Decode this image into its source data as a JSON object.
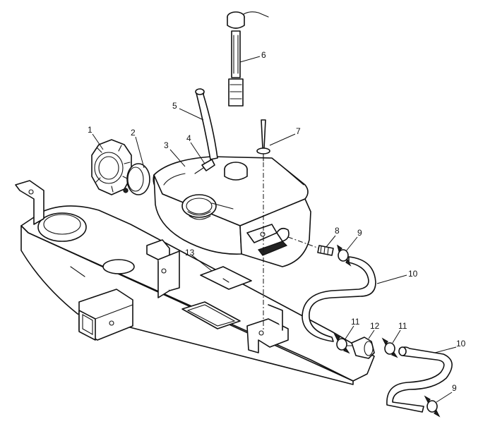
{
  "callouts": {
    "c1": "1",
    "c2": "2",
    "c3": "3",
    "c4": "4",
    "c5": "5",
    "c6": "6",
    "c7": "7",
    "c8": "8",
    "c9a": "9",
    "c9b": "9",
    "c10a": "10",
    "c10b": "10",
    "c11a": "11",
    "c11b": "11",
    "c12": "12",
    "c13": "13"
  },
  "colors": {
    "line": "#111111",
    "background": "#ffffff"
  }
}
